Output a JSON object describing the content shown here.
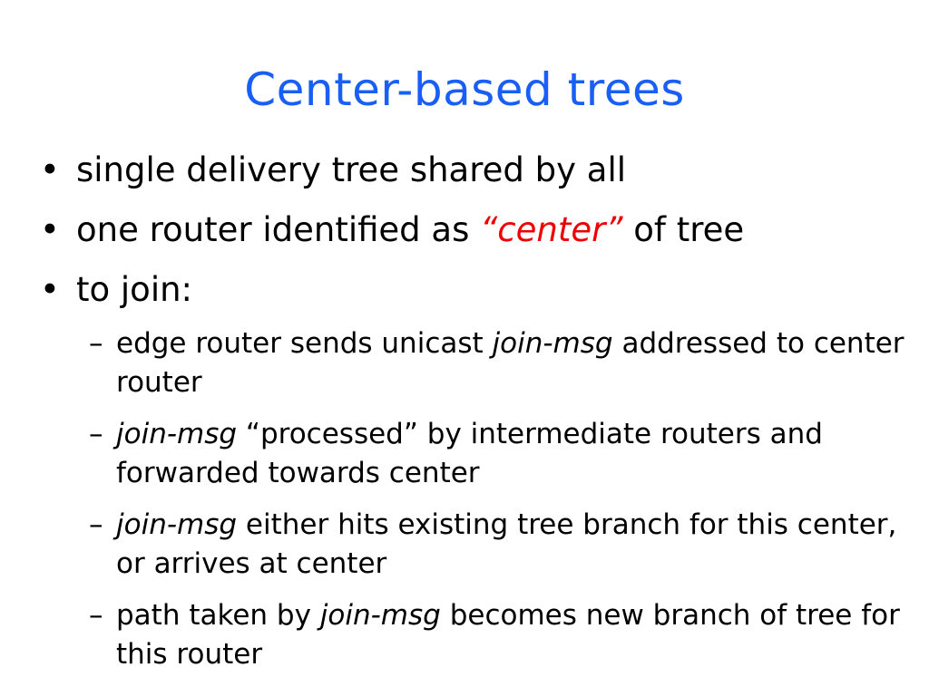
{
  "slide": {
    "title": "Center-based trees",
    "bullets": [
      {
        "marker": "•",
        "text": "single delivery tree shared by all"
      },
      {
        "marker": "•",
        "pre": "one router identified as ",
        "highlight": "“center”",
        "post": " of tree"
      },
      {
        "marker": "•",
        "text": "to join:"
      }
    ],
    "sub_bullets": [
      {
        "marker": "–",
        "pre": "edge router sends unicast ",
        "em": "join-msg",
        "post": " addressed to center router"
      },
      {
        "marker": "–",
        "pre": "",
        "em": "join-msg",
        "post": " “processed” by intermediate routers and forwarded towards center"
      },
      {
        "marker": "–",
        "pre": "",
        "em": "join-msg",
        "post": " either hits existing tree branch for this center, or arrives at center"
      },
      {
        "marker": "–",
        "pre": "path taken by ",
        "em": "join-msg",
        "post": " becomes new branch of tree for this router"
      }
    ],
    "colors": {
      "title": "#1a5ff5",
      "highlight": "#ee0000",
      "text": "#000000"
    }
  }
}
